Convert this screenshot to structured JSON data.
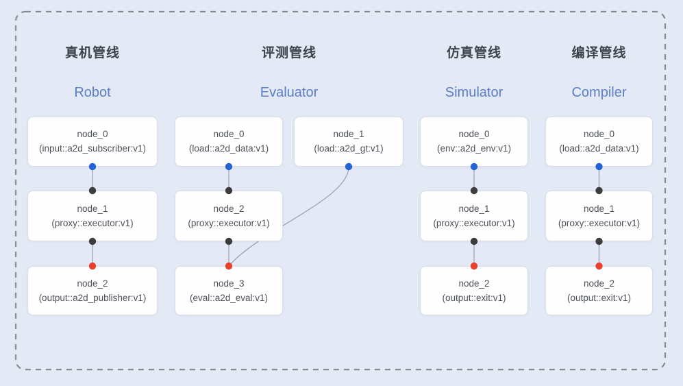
{
  "pipelines": [
    {
      "title_zh": "真机管线",
      "title_en": "Robot",
      "nodes": [
        {
          "name": "node_0",
          "type": "(input::a2d_subscriber:v1)"
        },
        {
          "name": "node_1",
          "type": "(proxy::executor:v1)"
        },
        {
          "name": "node_2",
          "type": "(output::a2d_publisher:v1)"
        }
      ]
    },
    {
      "title_zh": "评测管线",
      "title_en": "Evaluator",
      "nodes": [
        {
          "name": "node_0",
          "type": "(load::a2d_data:v1)"
        },
        {
          "name": "node_1",
          "type": "(load::a2d_gt:v1)"
        },
        {
          "name": "node_2",
          "type": "(proxy::executor:v1)"
        },
        {
          "name": "node_3",
          "type": "(eval::a2d_eval:v1)"
        }
      ]
    },
    {
      "title_zh": "仿真管线",
      "title_en": "Simulator",
      "nodes": [
        {
          "name": "node_0",
          "type": "(env::a2d_env:v1)"
        },
        {
          "name": "node_1",
          "type": "(proxy::executor:v1)"
        },
        {
          "name": "node_2",
          "type": "(output::exit:v1)"
        }
      ]
    },
    {
      "title_zh": "编译管线",
      "title_en": "Compiler",
      "nodes": [
        {
          "name": "node_0",
          "type": "(load::a2d_data:v1)"
        },
        {
          "name": "node_1",
          "type": "(proxy::executor:v1)"
        },
        {
          "name": "node_2",
          "type": "(output::exit:v1)"
        }
      ]
    }
  ],
  "colors": {
    "background": "#e4e9f6",
    "frame_border": "#868a93",
    "title_zh": "#3d424d",
    "title_en": "#5b7ec9",
    "node_border": "#d9dde6",
    "node_text": "#4d515a",
    "edge": "#9aa3b8",
    "port_input_blue": "#2363d6",
    "port_internal_black": "#3d3d3d",
    "port_output_red": "#e8402c"
  }
}
